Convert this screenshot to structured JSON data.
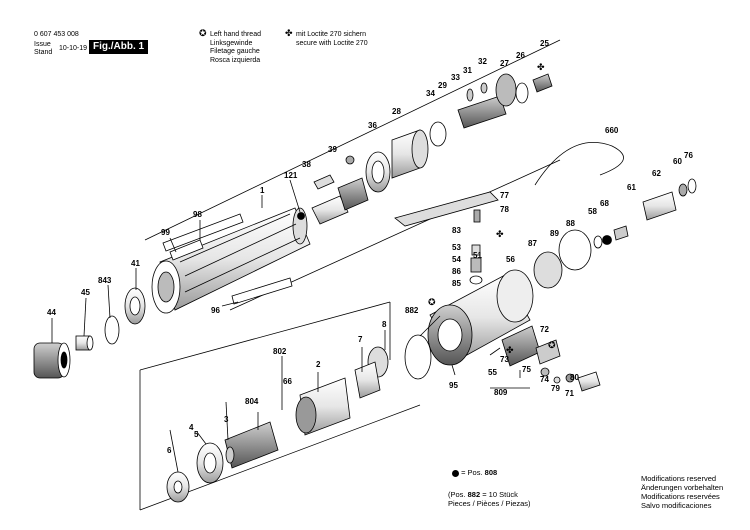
{
  "header": {
    "part_number": "0 607 453 008",
    "issue_label": "Issue",
    "stand_label": "Stand",
    "issue_date": "10-10-19",
    "figure_label": "Fig./Abb. 1",
    "left_thread_symbol": "✪",
    "left_thread_lines": [
      "Left hand thread",
      "Linksgewinde",
      "Filetage gauche",
      "Rosca izquierda"
    ],
    "loctite_symbol": "✤",
    "loctite_lines": [
      "mit Loctite 270 sichern",
      "secure with Loctite 270"
    ]
  },
  "footer": {
    "pos_note": "= Pos.",
    "pos_value": "808",
    "pieces_line1_prefix": "(Pos.",
    "pieces_line1_pos": "882",
    "pieces_line1_suffix": "= 10 Stück",
    "pieces_line2": "Pieces / Pièces / Piezas)",
    "modifications": [
      "Modifications reserved",
      "Änderungen vorbehalten",
      "Modifications reservées",
      "Salvo modificaciones"
    ]
  },
  "part_labels": [
    "1",
    "2",
    "3",
    "4",
    "5",
    "6",
    "7",
    "8",
    "25",
    "26",
    "27",
    "28",
    "29",
    "31",
    "32",
    "33",
    "34",
    "36",
    "38",
    "39",
    "41",
    "44",
    "45",
    "51",
    "53",
    "54",
    "55",
    "56",
    "58",
    "60",
    "61",
    "62",
    "66",
    "68",
    "71",
    "72",
    "73",
    "74",
    "75",
    "76",
    "77",
    "78",
    "79",
    "80",
    "83",
    "85",
    "86",
    "87",
    "88",
    "89",
    "95",
    "96",
    "98",
    "99",
    "121",
    "660",
    "802",
    "804",
    "809",
    "843",
    "882"
  ],
  "colors": {
    "ink": "#000000",
    "paper": "#ffffff",
    "shade": "#7a7a7a",
    "light": "#d8d8d8"
  }
}
